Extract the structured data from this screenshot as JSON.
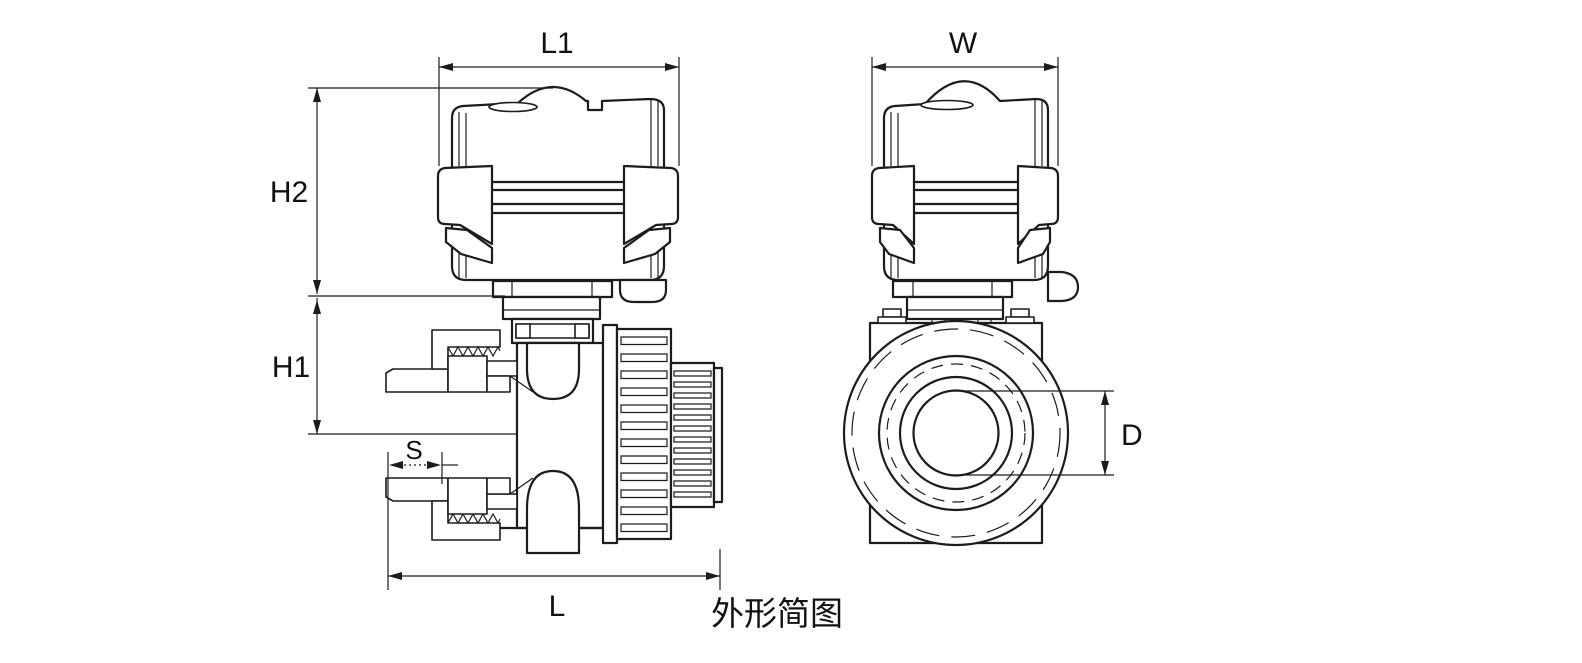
{
  "drawing": {
    "background": "#ffffff",
    "line_color": "#1c1c1c",
    "caption": "外形简图",
    "dimensions": {
      "L1": "L1",
      "W": "W",
      "H2": "H2",
      "H1": "H1",
      "S": "S",
      "L": "L",
      "D": "D"
    }
  }
}
